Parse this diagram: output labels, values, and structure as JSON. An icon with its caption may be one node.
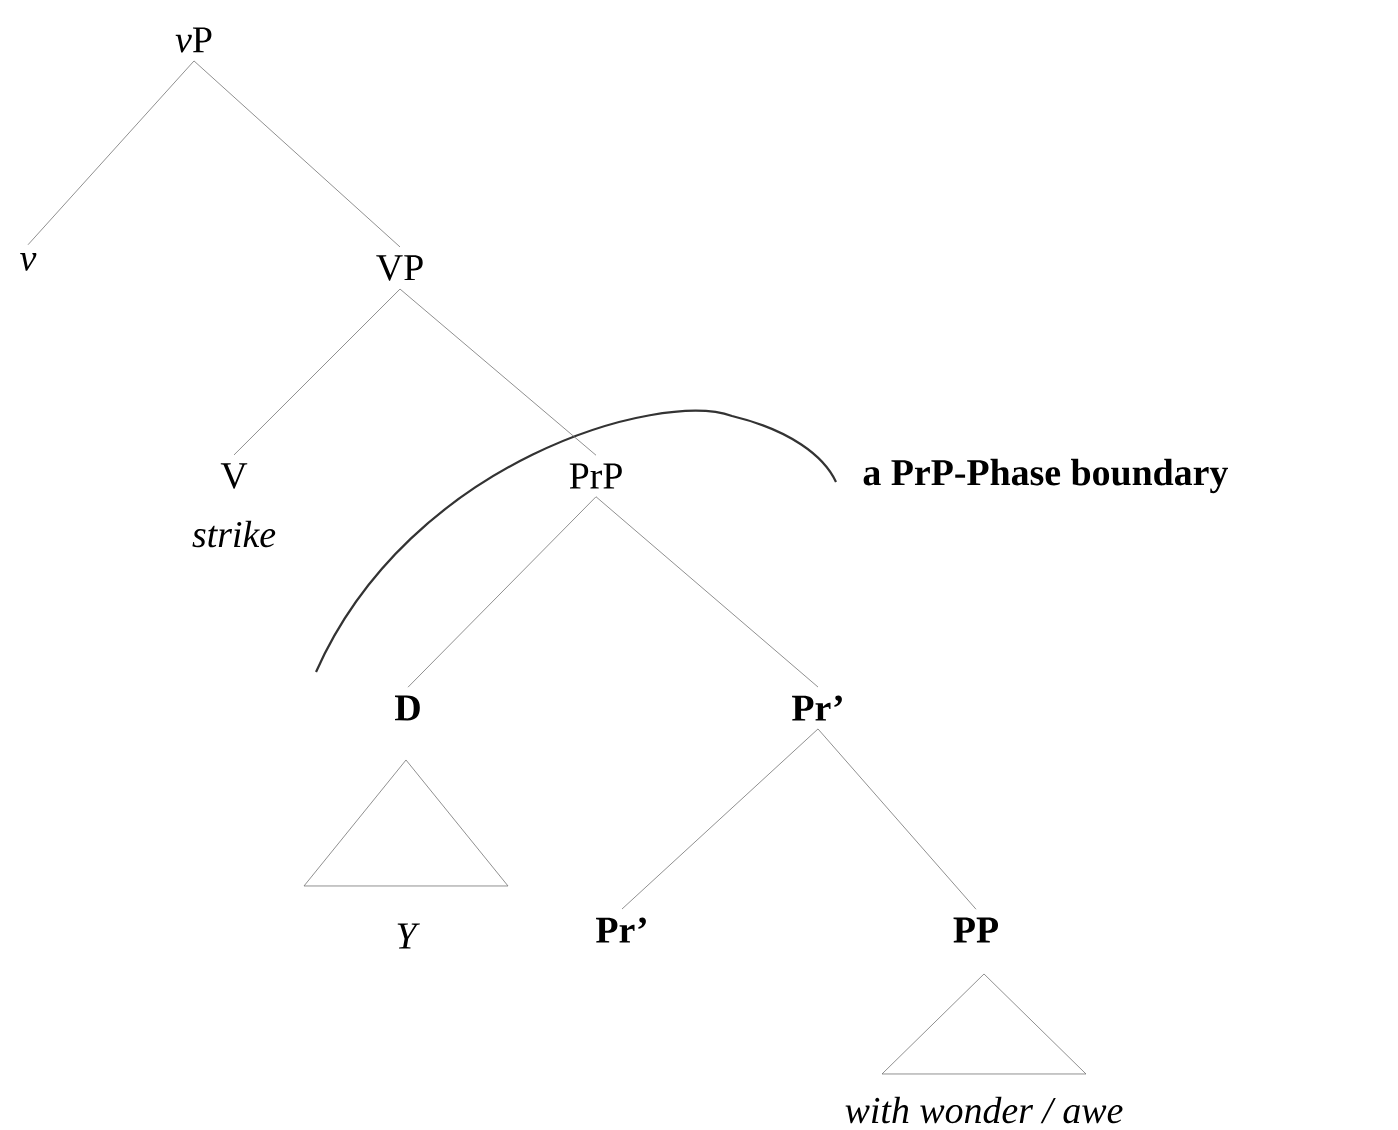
{
  "diagram": {
    "nodes": [
      {
        "text": [
          "\\textit{v}\\textup{P}"
        ]
      },
      {
        "text": [
          "v"
        ]
      },
      {
        "text": [
          "VP"
        ]
      },
      {
        "text": [
          "V"
        ],
        "beside": [
          "strike"
        ]
      },
      {
        "text": [
          "PrP"
        ]
      },
      {
        "text": [
          "D"
        ]
      },
      {
        "text": [
          "Pr’"
        ]
      },
      {
        "text": [
          "Pr’"
        ]
      },
      {
        "text": [
          "PP"
        ]
      }
    ],
    "edges": [
      {
        "from": 0,
        "to": 1,
        "arrow": "none"
      },
      {
        "from": 0,
        "to": 2,
        "arrow": "none"
      },
      {
        "from": 2,
        "to": 3,
        "arrow": "none"
      },
      {
        "from": 2,
        "to": 4,
        "arrow": "none"
      },
      {
        "from": 4,
        "to": 5,
        "arrow": "none"
      },
      {
        "from": 4,
        "to": 6,
        "arrow": "none"
      },
      {
        "from": 6,
        "to": 7,
        "arrow": "none"
      },
      {
        "from": 6,
        "to": 8,
        "arrow": "none"
      }
    ],
    "labels": [
      "a PrP-Phase boundary",
      "Y",
      "with wonder / awe"
    ]
  }
}
